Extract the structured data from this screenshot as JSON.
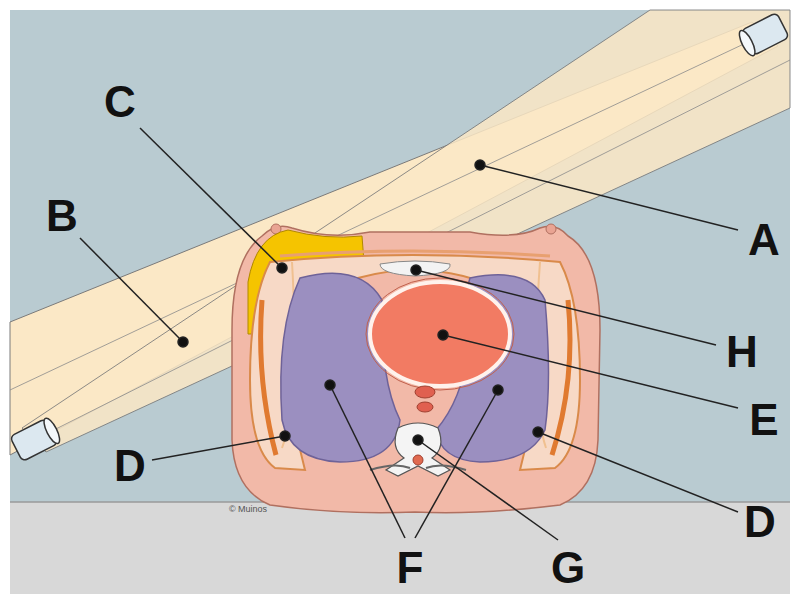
{
  "diagram": {
    "labels": [
      "C",
      "B",
      "A",
      "H",
      "E",
      "D",
      "D",
      "F",
      "G",
      "© Muinos"
    ]
  }
}
